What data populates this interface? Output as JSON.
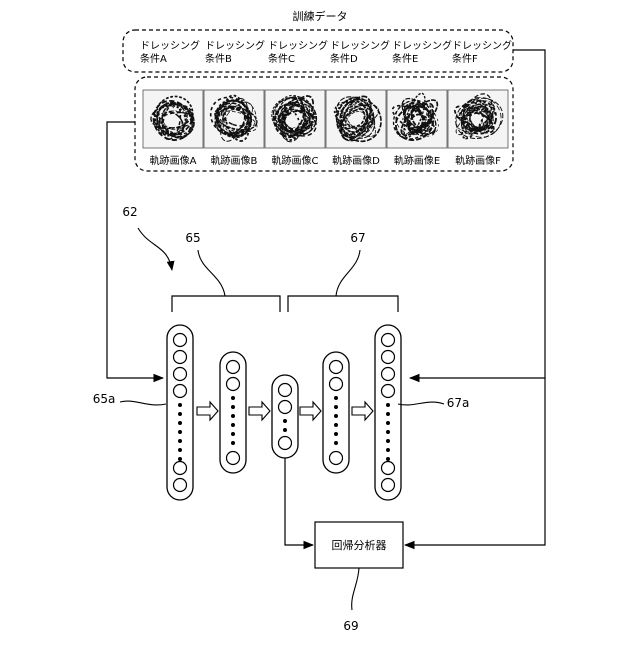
{
  "title": "訓練データ",
  "conditions": [
    {
      "line1": "ドレッシング",
      "line2": "条件A"
    },
    {
      "line1": "ドレッシング",
      "line2": "条件B"
    },
    {
      "line1": "ドレッシング",
      "line2": "条件C"
    },
    {
      "line1": "ドレッシング",
      "line2": "条件D"
    },
    {
      "line1": "ドレッシング",
      "line2": "条件E"
    },
    {
      "line1": "ドレッシング",
      "line2": "条件F"
    }
  ],
  "images": [
    {
      "label": "軌跡画像A"
    },
    {
      "label": "軌跡画像B"
    },
    {
      "label": "軌跡画像C"
    },
    {
      "label": "軌跡画像D"
    },
    {
      "label": "軌跡画像E"
    },
    {
      "label": "軌跡画像F"
    }
  ],
  "refs": {
    "network": "62",
    "encoder": "65",
    "decoder": "67",
    "input_layer": "65a",
    "output_layer": "67a",
    "regressor": "69"
  },
  "regressor_label": "回帰分析器"
}
